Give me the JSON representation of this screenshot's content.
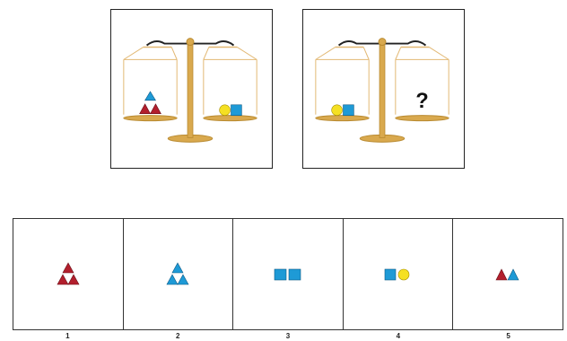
{
  "puzzle": {
    "question_mark": "?",
    "colors": {
      "red": "#b21f2d",
      "blue": "#1e9ad6",
      "yellow": "#f5e023",
      "scale_gold": "#d9a94e",
      "pan_line": "#e2b873"
    }
  },
  "options": [
    {
      "number": "1",
      "icon": "three-red-triangles"
    },
    {
      "number": "2",
      "icon": "three-blue-triangles"
    },
    {
      "number": "3",
      "icon": "two-blue-squares"
    },
    {
      "number": "4",
      "icon": "blue-square-yellow-circle"
    },
    {
      "number": "5",
      "icon": "red-and-blue-triangle"
    }
  ]
}
